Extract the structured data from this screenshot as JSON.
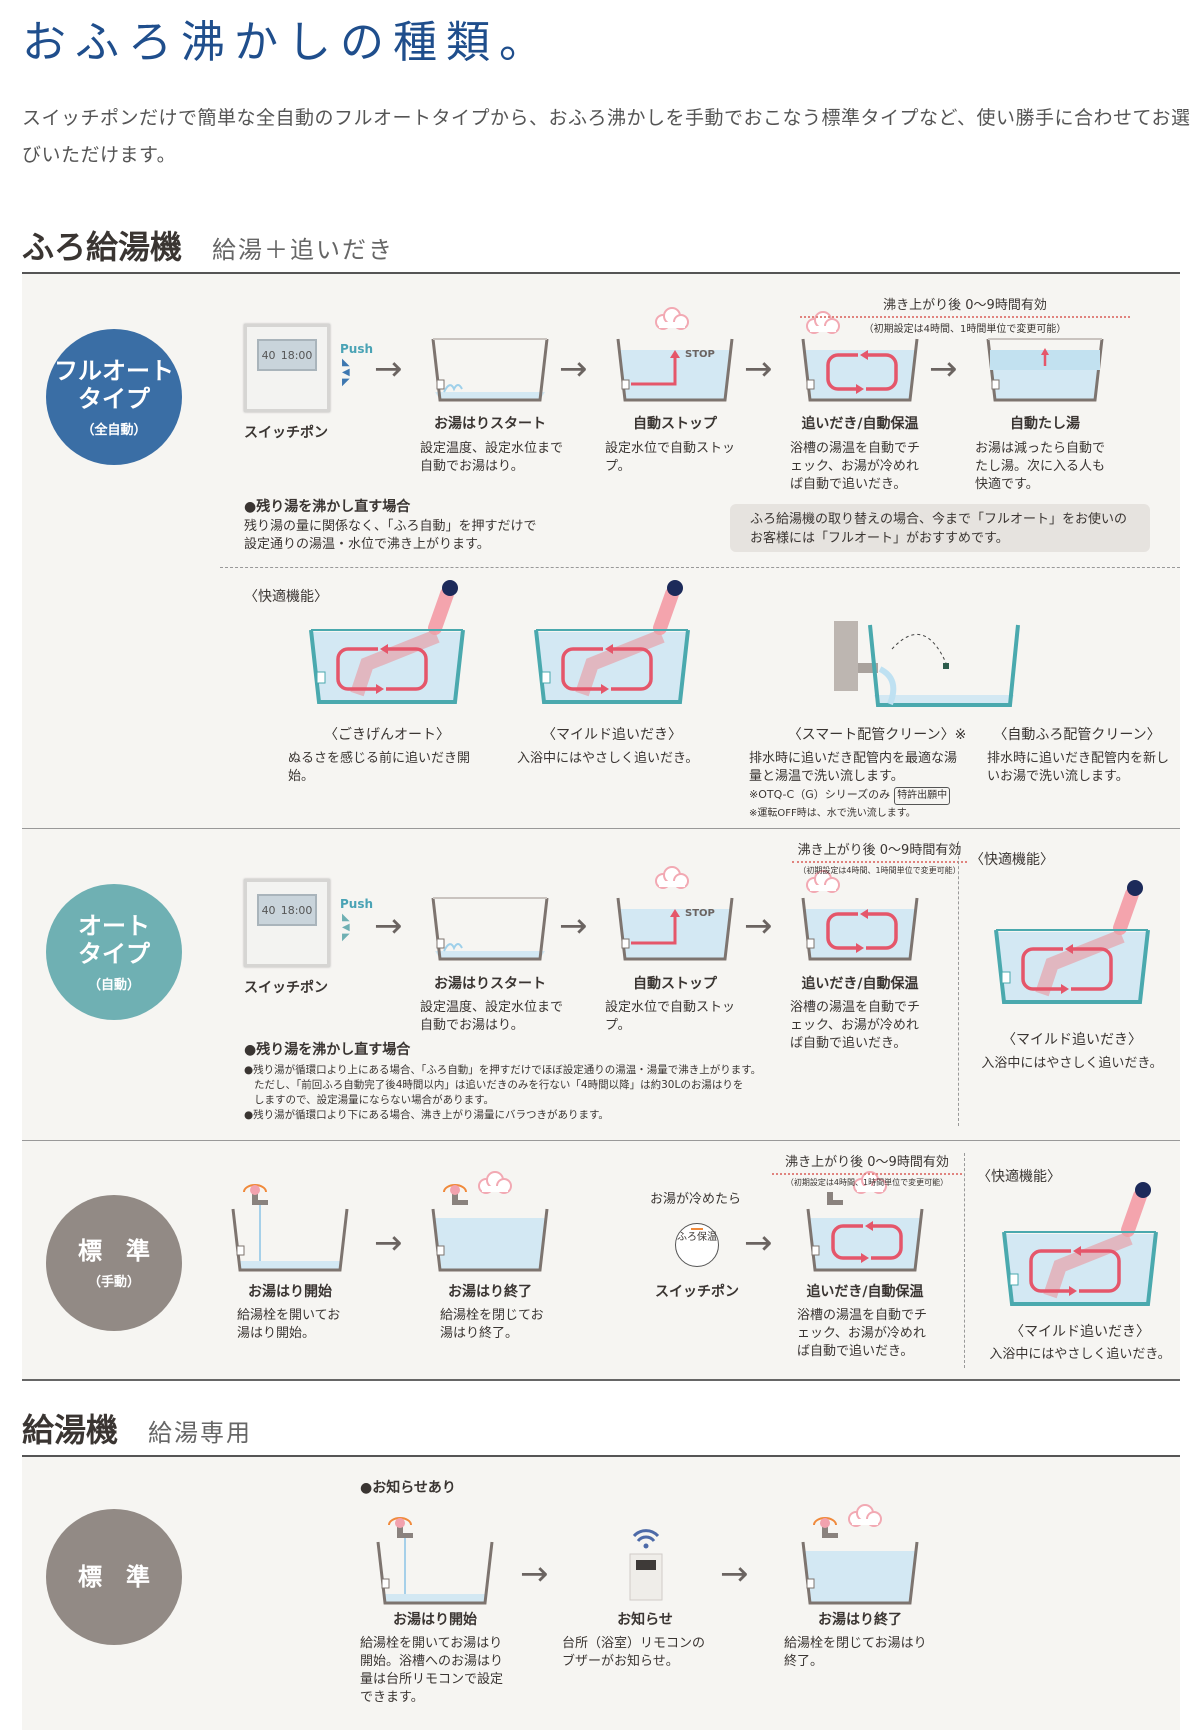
{
  "title": "おふろ沸かしの種類。",
  "intro": "スイッチポンだけで簡単な全自動のフルオートタイプから、おふろ沸かしを手動でおこなう標準タイプなど、使い勝手に合わせてお選びいただけます。",
  "sec1": {
    "heading": "ふろ給湯機",
    "sub": "給湯＋追いだき"
  },
  "sec2": {
    "heading": "給湯機",
    "sub": "給湯専用"
  },
  "colors": {
    "title": "#1f4e8c",
    "fullauto": "#3a6ea5",
    "auto": "#6fb0b3",
    "standard": "#928a85",
    "panel": "#f6f5f2",
    "water": "#d3e8f3",
    "arrow_red": "#e5566a",
    "tub_teal": "#4aa9ae"
  },
  "remote": {
    "temp": "40",
    "time": "18:00",
    "push": "Push",
    "label": "スイッチポン"
  },
  "stop": "STOP",
  "timer": {
    "main": "沸き上がり後 0〜9時間有効",
    "note": "（初期設定は4時間、1時間単位で変更可能）"
  },
  "comfort_label": "〈快適機能〉",
  "fullauto": {
    "name1": "フルオート",
    "name2": "タイプ",
    "sub": "（全自動）",
    "steps": [
      {
        "label": "お湯はりスタート",
        "desc": "設定温度、設定水位まで自動でお湯はり。"
      },
      {
        "label": "自動ストップ",
        "desc": "設定水位で自動ストップ。"
      },
      {
        "label": "追いだき/自動保温",
        "desc": "浴槽の湯温を自動でチェック、お湯が冷めれば自動で追いだき。"
      },
      {
        "label": "自動たし湯",
        "desc": "お湯は減ったら自動でたし湯。次に入る人も快適です。"
      }
    ],
    "note_head": "●残り湯を沸かし直す場合",
    "note_body": "残り湯の量に関係なく、「ふろ自動」を押すだけで設定通りの湯温・水位で沸き上がります。",
    "graybox": "ふろ給湯機の取り替えの場合、今まで「フルオート」をお使いのお客様には「フルオート」がおすすめです。",
    "comfort": [
      {
        "label": "〈ごきげんオート〉",
        "desc": "ぬるさを感じる前に追いだき開始。"
      },
      {
        "label": "〈マイルド追いだき〉",
        "desc": "入浴中にはやさしく追いだき。"
      },
      {
        "label": "〈スマート配管クリーン〉※",
        "desc": "排水時に追いだき配管内を最適な湯量と湯温で洗い流します。",
        "note1": "※OTQ-C（G）シリーズのみ",
        "badge": "特許出願中",
        "note2": "※運転OFF時は、水で洗い流します。"
      },
      {
        "label": "〈自動ふろ配管クリーン〉",
        "desc": "排水時に追いだき配管内を新しいお湯で洗い流します。"
      }
    ]
  },
  "auto": {
    "name1": "オート",
    "name2": "タイプ",
    "sub": "（自動）",
    "steps": [
      {
        "label": "お湯はりスタート",
        "desc": "設定温度、設定水位まで自動でお湯はり。"
      },
      {
        "label": "自動ストップ",
        "desc": "設定水位で自動ストップ。"
      },
      {
        "label": "追いだき/自動保温",
        "desc": "浴槽の湯温を自動でチェック、お湯が冷めれば自動で追いだき。"
      }
    ],
    "note_head": "●残り湯を沸かし直す場合",
    "note_lines": [
      "●残り湯が循環口より上にある場合、「ふろ自動」を押すだけでほぼ設定通りの湯温・湯量で沸き上がります。",
      "ただし、「前回ふろ自動完了後4時間以内」は追いだきのみを行ない「4時間以降」は約30Lのお湯はりを",
      "しますので、設定湯量にならない場合があります。",
      "●残り湯が循環口より下にある場合、沸き上がり湯量にバラつきがあります。"
    ],
    "comfort": {
      "label": "〈マイルド追いだき〉",
      "desc": "入浴中にはやさしく追いだき。"
    }
  },
  "standard": {
    "name": "標　準",
    "sub": "（手動）",
    "steps": [
      {
        "label": "お湯はり開始",
        "desc": "給湯栓を開いてお湯はり開始。"
      },
      {
        "label": "お湯はり終了",
        "desc": "給湯栓を閉じてお湯はり終了。"
      },
      {
        "label": "スイッチポン",
        "desc": ""
      },
      {
        "label": "追いだき/自動保温",
        "desc": "浴槽の湯温を自動でチェック、お湯が冷めれば自動で追いだき。"
      }
    ],
    "cool_label": "お湯が冷めたら",
    "switch_text": "ふろ保温",
    "comfort": {
      "label": "〈マイルド追いだき〉",
      "desc": "入浴中にはやさしく追いだき。"
    }
  },
  "heater": {
    "name": "標　準",
    "notice": "●お知らせあり",
    "steps": [
      {
        "label": "お湯はり開始",
        "desc": "給湯栓を開いてお湯はり開始。浴槽へのお湯はり量は台所リモコンで設定できます。"
      },
      {
        "label": "お知らせ",
        "desc": "台所（浴室）リモコンのブザーがお知らせ。"
      },
      {
        "label": "お湯はり終了",
        "desc": "給湯栓を閉じてお湯はり終了。"
      }
    ]
  }
}
